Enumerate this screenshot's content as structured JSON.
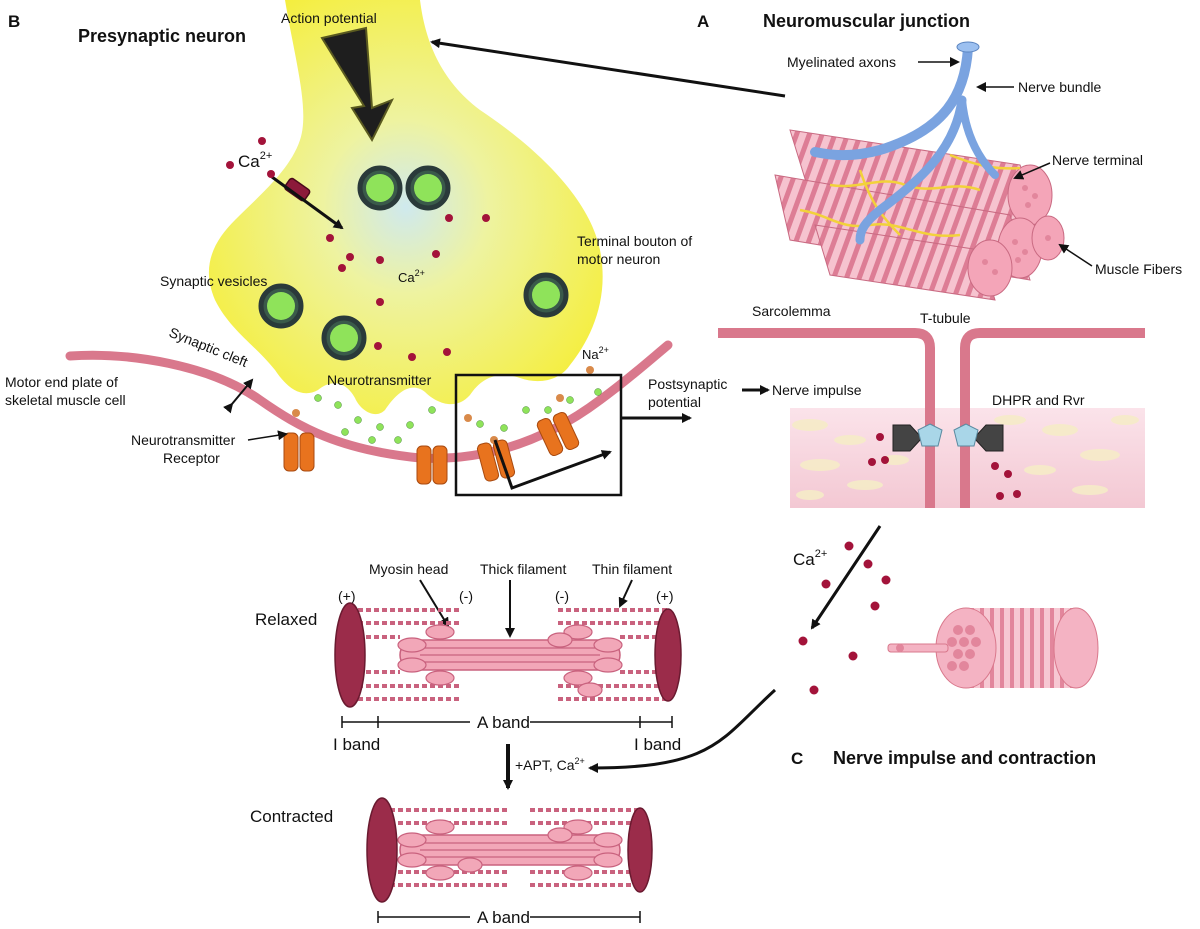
{
  "panels": {
    "b_letter": "B",
    "a_letter": "A",
    "c_letter": "C",
    "b_title": "Presynaptic neuron",
    "a_title": "Neuromuscular junction",
    "c_title": "Nerve impulse and contraction"
  },
  "panel_b": {
    "action_potential": "Action potential",
    "ca_ion": "Ca",
    "ca_sup": "2+",
    "ca_inside": "Ca",
    "ca_inside_sup": "2+",
    "synaptic_vesicles": "Synaptic vesicles",
    "terminal_bouton_1": "Terminal bouton of",
    "terminal_bouton_2": "motor neuron",
    "synaptic_cleft": "Synaptic cleft",
    "motor_end_plate_1": "Motor end plate of",
    "motor_end_plate_2": "skeletal muscle cell",
    "neurotransmitter": "Neurotransmitter",
    "receptor_1": "Neurotransmitter",
    "receptor_2": "Receptor",
    "na_ion": "Na",
    "na_sup": "2+",
    "postsynaptic_1": "Postsynaptic",
    "postsynaptic_2": "potential"
  },
  "panel_a": {
    "myelinated_axons": "Myelinated axons",
    "nerve_bundle": "Nerve bundle",
    "nerve_terminal": "Nerve terminal",
    "muscle_fibers": "Muscle Fibers"
  },
  "panel_c": {
    "sarcolemma": "Sarcolemma",
    "t_tubule": "T-tubule",
    "nerve_impulse": "Nerve impulse",
    "dhpr": "DHPR and Rvr",
    "ca_ion": "Ca",
    "ca_sup": "2+"
  },
  "sarcomere": {
    "relaxed": "Relaxed",
    "contracted": "Contracted",
    "myosin_head": "Myosin head",
    "thick_filament": "Thick filament",
    "thin_filament": "Thin filament",
    "plus_left": "(+)",
    "minus_left": "(-)",
    "minus_right": "(-)",
    "plus_right": "(+)",
    "a_band": "A band",
    "i_band_left": "I band",
    "i_band_right": "I band",
    "a_band_contracted": "A band",
    "atp_label": "+APT, Ca",
    "atp_sup": "2+"
  },
  "colors": {
    "neuron_yellow": "#f4ee3a",
    "membrane_pink": "#d9788c",
    "muscle_pink": "#f2a7b8",
    "ion_red": "#a3133a",
    "vesicle_green": "#8fe35a",
    "receptor_orange": "#e8731e",
    "axon_blue": "#7aa3e0",
    "nerve_yellow": "#f2d23a",
    "disc_maroon": "#9b2c4a"
  }
}
